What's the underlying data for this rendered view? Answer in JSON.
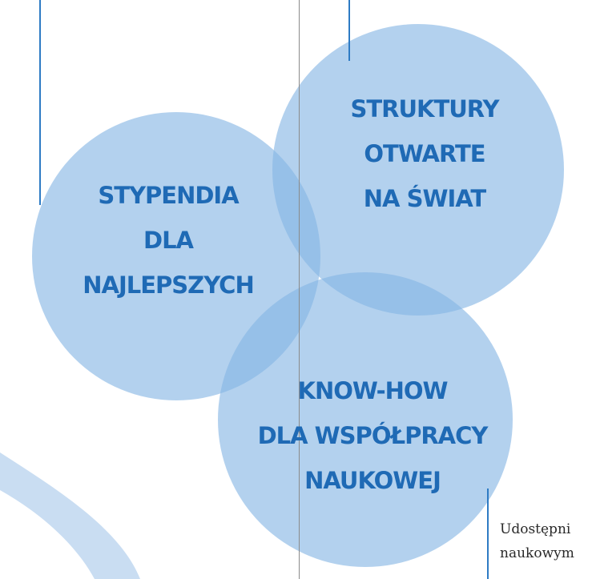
{
  "diagram": {
    "circles": [
      {
        "id": "left",
        "lines": [
          "STYPENDIA",
          "DLA",
          "NAJLEPSZYCH"
        ]
      },
      {
        "id": "right",
        "lines": [
          "STRUKTURY",
          "OTWARTE",
          "NA ŚWIAT"
        ]
      },
      {
        "id": "bottom",
        "lines": [
          "KNOW-HOW",
          "DLA WSPÓŁPRACY",
          "NAUKOWEJ"
        ]
      }
    ],
    "caption": [
      "Udostępni",
      "naukowym"
    ]
  },
  "colors": {
    "circle_fill": "#85b4e4",
    "label_text": "#1f6ab5",
    "accent_line": "#2e7bc4",
    "divider": "#8a8a8a"
  }
}
